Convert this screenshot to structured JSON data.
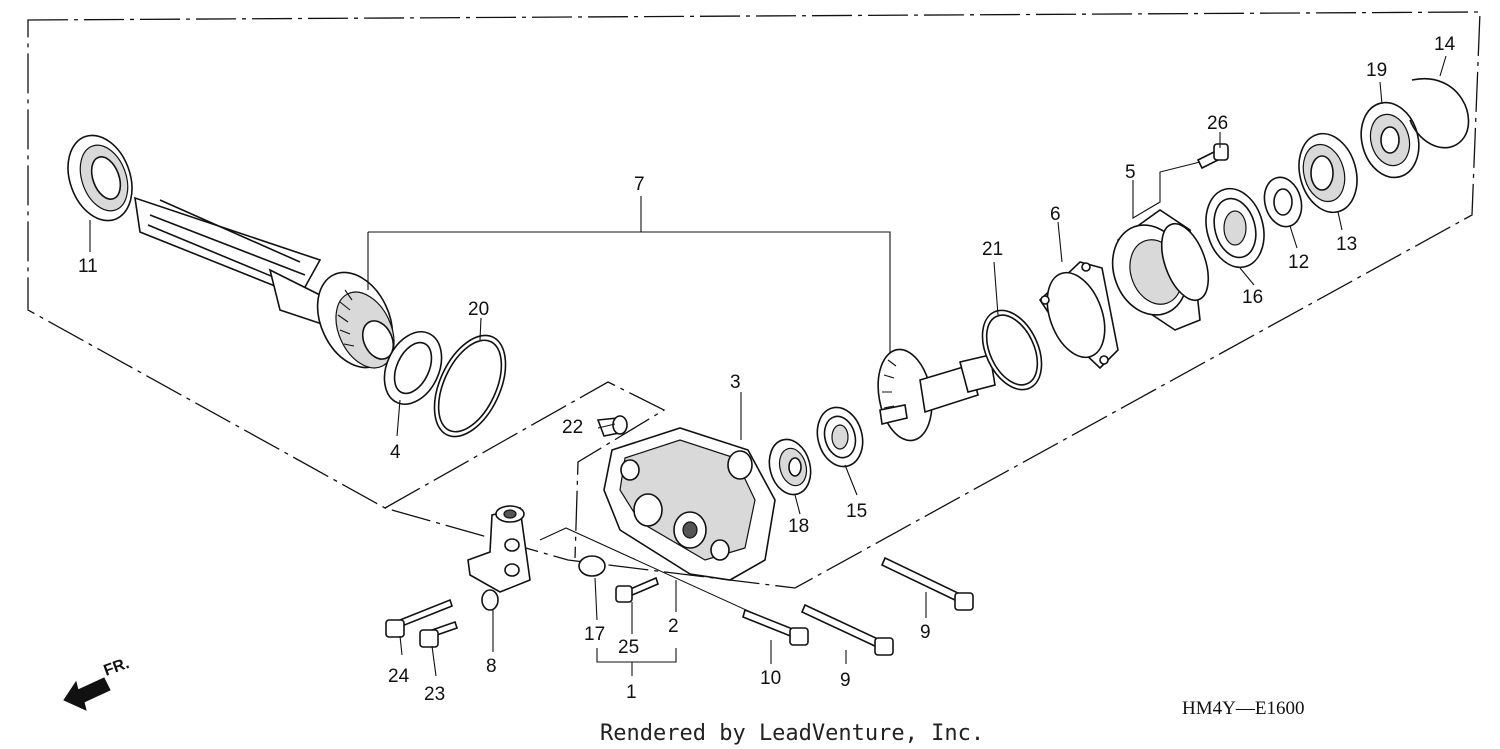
{
  "callouts": {
    "c1": "1",
    "c2": "2",
    "c3": "3",
    "c4": "4",
    "c5": "5",
    "c6": "6",
    "c7": "7",
    "c8": "8",
    "c9a": "9",
    "c9b": "9",
    "c10": "10",
    "c11": "11",
    "c12": "12",
    "c13": "13",
    "c14": "14",
    "c15": "15",
    "c16": "16",
    "c17": "17",
    "c18": "18",
    "c19": "19",
    "c20": "20",
    "c21": "21",
    "c22": "22",
    "c23": "23",
    "c24": "24",
    "c25": "25",
    "c26": "26"
  },
  "direction_label": "FR.",
  "diagram_code": "HM4Y—E1600",
  "credit": "Rendered by LeadVenture, Inc."
}
